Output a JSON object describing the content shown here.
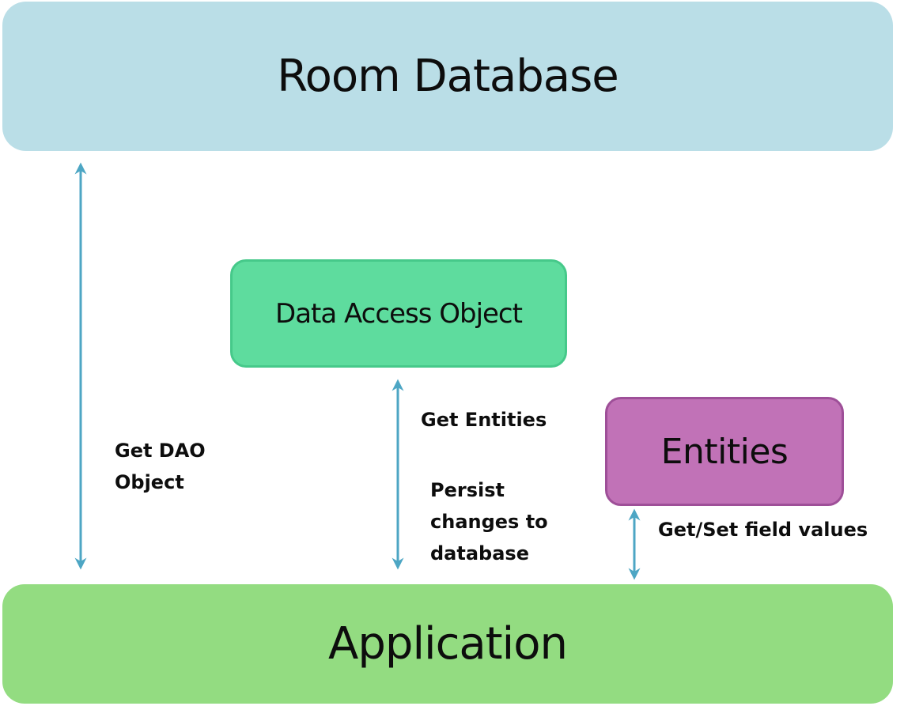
{
  "colors": {
    "room_fill": "#badee7",
    "dao_fill": "#5edc9e",
    "entities_fill": "#c172b7",
    "app_fill": "#93dc81",
    "arrow": "#4da6c4"
  },
  "nodes": {
    "room_database": "Room Database",
    "data_access_object": "Data Access Object",
    "entities": "Entities",
    "application": "Application"
  },
  "edges": {
    "get_dao_object": "Get DAO\nObject",
    "get_entities": "Get Entities",
    "persist_changes": "Persist\nchanges to\ndatabase",
    "get_set_field_values": "Get/Set field values"
  }
}
